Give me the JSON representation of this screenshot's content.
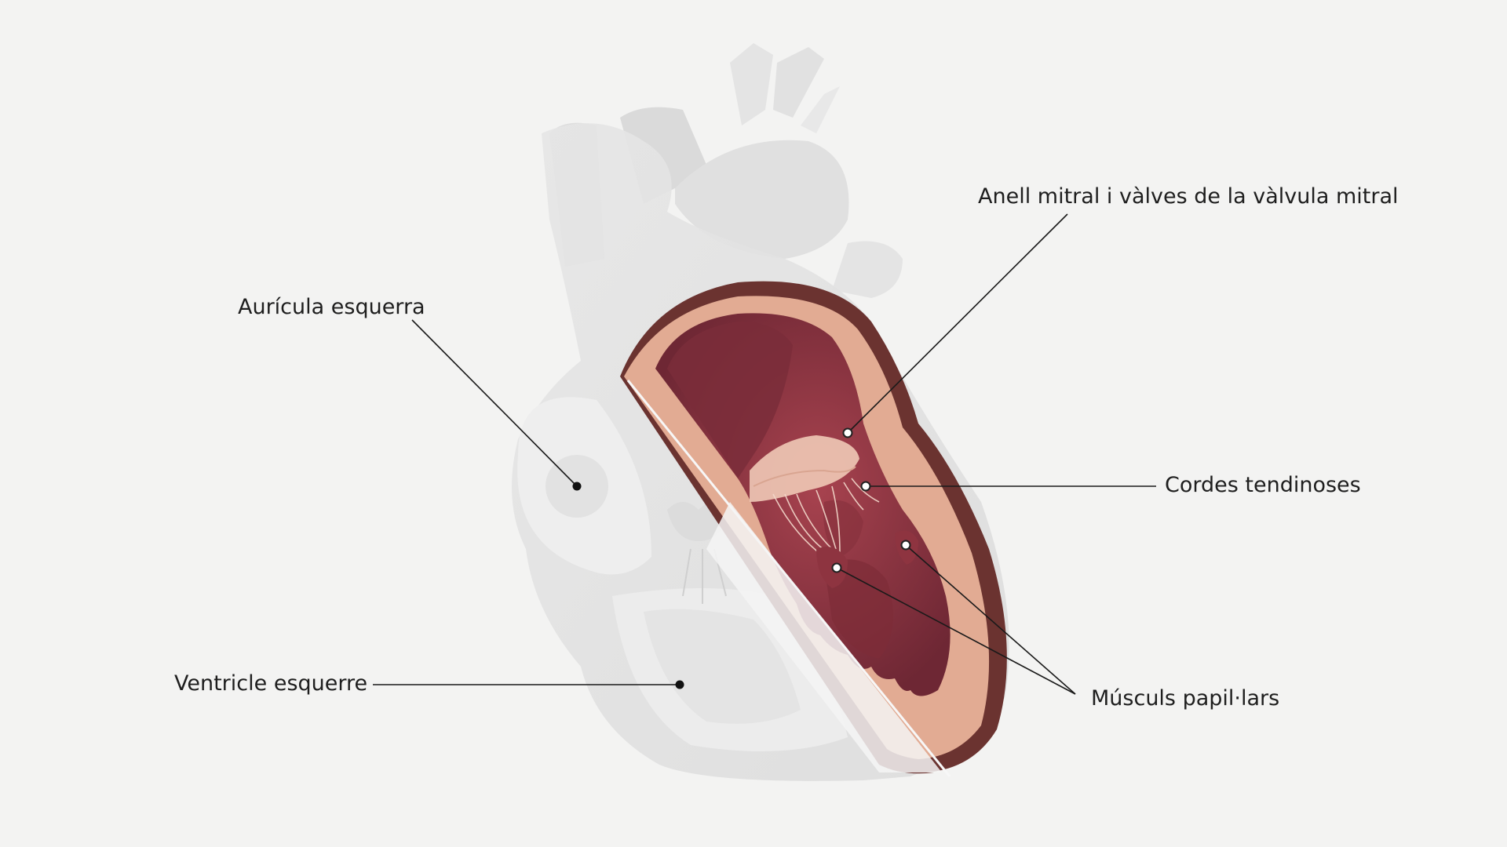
{
  "labels": {
    "left_atrium": "Aurícula esquerra",
    "left_ventricle": "Ventricle esquerre",
    "mitral_annulus": "Anell mitral i vàlves de la vàlvula mitral",
    "chordae": "Cordes tendinoses",
    "papillary": "Músculs papil·lars"
  },
  "colors": {
    "background": "#f3f3f2",
    "heart_ghost": "#e4e4e4",
    "outer_wall": "#6b3330",
    "myocardium": "#e2ab93",
    "cavity": "#9c3b48",
    "cavity_dark": "#6e2734"
  },
  "icons": [
    "heart-cross-section-illustration"
  ]
}
